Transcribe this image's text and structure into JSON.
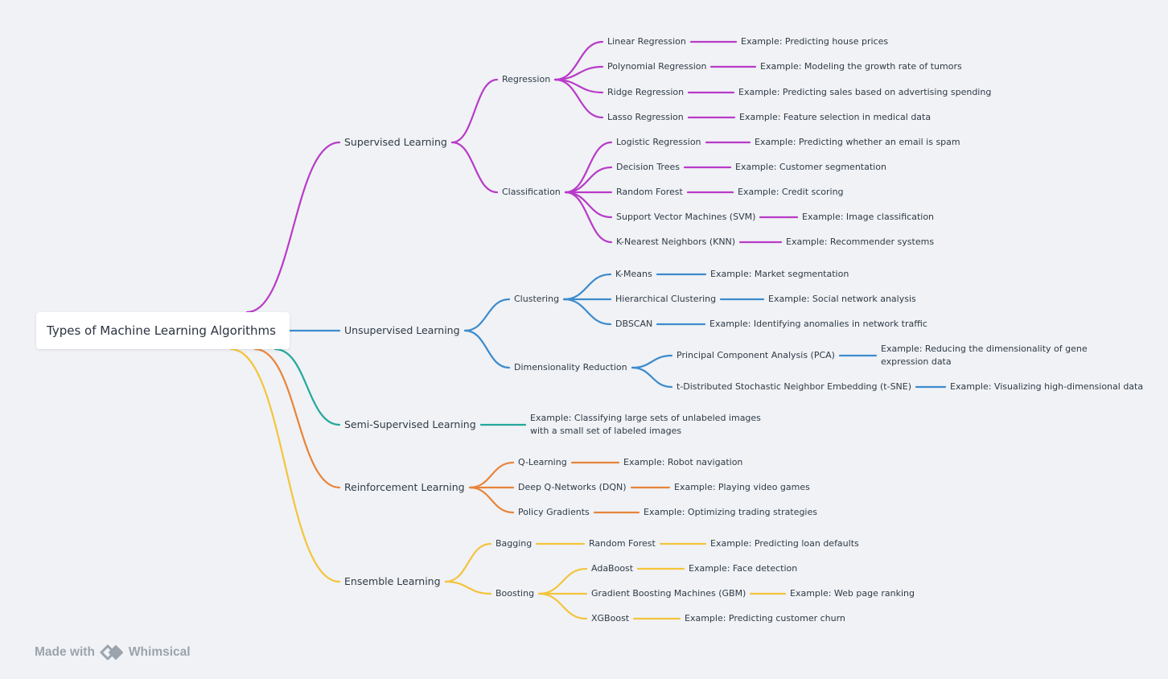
{
  "root": {
    "label": "Types of Machine Learning Algorithms"
  },
  "branches": [
    {
      "id": "supervised",
      "label": "Supervised Learning",
      "color": "#b83bc8",
      "children": [
        {
          "label": "Regression",
          "children": [
            {
              "label": "Linear Regression",
              "example": "Example: Predicting house prices"
            },
            {
              "label": "Polynomial Regression",
              "example": "Example: Modeling the growth rate of tumors"
            },
            {
              "label": "Ridge Regression",
              "example": "Example: Predicting sales based on advertising spending"
            },
            {
              "label": "Lasso Regression",
              "example": "Example: Feature selection in medical data"
            }
          ]
        },
        {
          "label": "Classification",
          "children": [
            {
              "label": "Logistic Regression",
              "example": "Example: Predicting whether an email is spam"
            },
            {
              "label": "Decision Trees",
              "example": "Example: Customer segmentation"
            },
            {
              "label": "Random Forest",
              "example": "Example: Credit scoring"
            },
            {
              "label": "Support Vector Machines (SVM)",
              "example": "Example: Image classification"
            },
            {
              "label": "K-Nearest Neighbors (KNN)",
              "example": "Example: Recommender systems"
            }
          ]
        }
      ]
    },
    {
      "id": "unsupervised",
      "label": "Unsupervised Learning",
      "color": "#3d8bcd",
      "children": [
        {
          "label": "Clustering",
          "children": [
            {
              "label": "K-Means",
              "example": "Example: Market segmentation"
            },
            {
              "label": "Hierarchical Clustering",
              "example": "Example: Social network analysis"
            },
            {
              "label": "DBSCAN",
              "example": "Example: Identifying anomalies in network traffic"
            }
          ]
        },
        {
          "label": "Dimensionality Reduction",
          "children": [
            {
              "label": "Principal Component Analysis (PCA)",
              "example": "Example: Reducing the dimensionality of gene expression data"
            },
            {
              "label": "t-Distributed Stochastic Neighbor Embedding (t-SNE)",
              "example": "Example: Visualizing high-dimensional data"
            }
          ]
        }
      ]
    },
    {
      "id": "semi",
      "label": "Semi-Supervised Learning",
      "color": "#24a89a",
      "example": "Example: Classifying large sets of unlabeled images with a small set of labeled images"
    },
    {
      "id": "reinforcement",
      "label": "Reinforcement Learning",
      "color": "#e8843a",
      "children": [
        {
          "label": "Q-Learning",
          "example": "Example: Robot navigation"
        },
        {
          "label": "Deep Q-Networks (DQN)",
          "example": "Example: Playing video games"
        },
        {
          "label": "Policy Gradients",
          "example": "Example: Optimizing trading strategies"
        }
      ]
    },
    {
      "id": "ensemble",
      "label": "Ensemble Learning",
      "color": "#f4c43c",
      "children": [
        {
          "label": "Bagging",
          "children": [
            {
              "label": "Random Forest",
              "example": "Example: Predicting loan defaults"
            }
          ]
        },
        {
          "label": "Boosting",
          "children": [
            {
              "label": "AdaBoost",
              "example": "Example: Face detection"
            },
            {
              "label": "Gradient Boosting Machines (GBM)",
              "example": "Example: Web page ranking"
            },
            {
              "label": "XGBoost",
              "example": "Example: Predicting customer churn"
            }
          ]
        }
      ]
    }
  ],
  "footer": {
    "made_with": "Made with",
    "brand": "Whimsical",
    "logo_icon": "whimsical-logo-icon"
  }
}
